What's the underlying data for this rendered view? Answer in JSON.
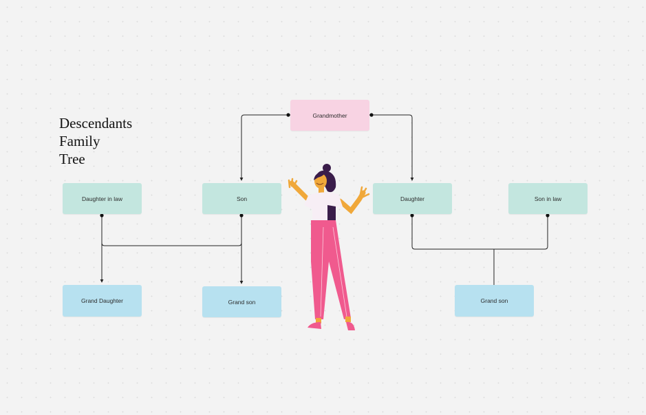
{
  "title_lines": [
    "Descendants",
    "Family",
    "Tree"
  ],
  "nodes": {
    "grandmother": "Grandmother",
    "daughter_in_law": "Daughter in law",
    "son": "Son",
    "daughter": "Daughter",
    "son_in_law": "Son in law",
    "grand_daughter": "Grand Daughter",
    "grand_son_left": "Grand son",
    "grand_son_right": "Grand son"
  },
  "colors": {
    "grandmother": "#f8d3e3",
    "children": "#c3e6df",
    "grandchildren": "#b7e1f0",
    "connector": "#222222"
  },
  "illustration": "woman-shrugging-illustration"
}
